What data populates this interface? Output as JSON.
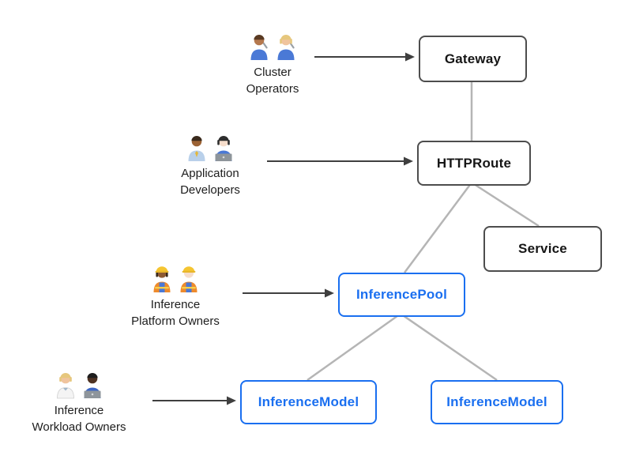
{
  "diagram": {
    "personas": [
      {
        "label_line1": "Cluster",
        "label_line2": "Operators",
        "emoji": [
          {
            "name": "man-mechanic-emoji",
            "char": "👨🏽‍🔧"
          },
          {
            "name": "woman-mechanic-emoji",
            "char": "👩🏼‍🔧"
          }
        ]
      },
      {
        "label_line1": "Application",
        "label_line2": "Developers",
        "emoji": [
          {
            "name": "man-office-worker-emoji",
            "char": "👨🏾‍💼"
          },
          {
            "name": "woman-technologist-emoji",
            "char": "👩🏻‍💻"
          }
        ]
      },
      {
        "label_line1": "Inference",
        "label_line2": "Platform Owners",
        "emoji": [
          {
            "name": "woman-construction-worker-emoji",
            "char": "👷🏾‍♀️"
          },
          {
            "name": "man-construction-worker-emoji",
            "char": "👷🏻"
          }
        ]
      },
      {
        "label_line1": "Inference",
        "label_line2": "Workload Owners",
        "emoji": [
          {
            "name": "health-worker-emoji",
            "char": "🧑🏼‍⚕️"
          },
          {
            "name": "man-technologist-emoji",
            "char": "👨🏿‍💻"
          }
        ]
      }
    ],
    "nodes": [
      {
        "id": "gateway",
        "label": "Gateway"
      },
      {
        "id": "httproute",
        "label": "HTTPRoute"
      },
      {
        "id": "service",
        "label": "Service"
      },
      {
        "id": "inferencepool",
        "label": "InferencePool"
      },
      {
        "id": "inferencemodel-1",
        "label": "InferenceModel"
      },
      {
        "id": "inferencemodel-2",
        "label": "InferenceModel"
      }
    ],
    "colors": {
      "core_border": "#4d4d4d",
      "core_text": "#161616",
      "extension_blue": "#1a6ff0",
      "edge_gray": "#b5b5b5",
      "arrow_dark": "#3f3f3f",
      "background": "#ffffff"
    }
  }
}
